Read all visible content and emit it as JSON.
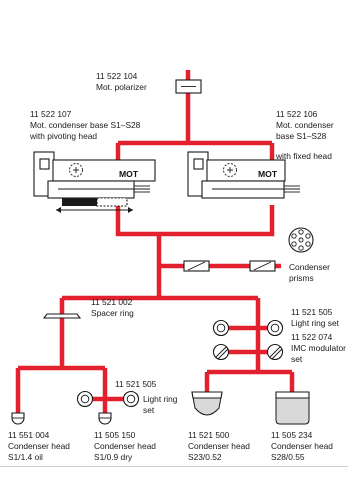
{
  "colors": {
    "connection": "#e3202d",
    "outline": "#1a1a1a",
    "background": "#ffffff"
  },
  "components": {
    "polarizer": {
      "number": "11 522 104",
      "name": "Mot. polarizer"
    },
    "base_pivoting": {
      "number": "11 522 107",
      "line1": "Mot. condenser base S1–S28",
      "line2": "with pivoting head",
      "badge": "MOT"
    },
    "base_fixed": {
      "number": "11 522 106",
      "line1": "Mot. condenser",
      "line2": "base S1–S28",
      "line3": "with fixed head",
      "badge": "MOT"
    },
    "prisms": {
      "line1": "Condenser",
      "line2": "prisms"
    },
    "spacer_ring": {
      "number": "11 521 002",
      "name": "Spacer ring"
    },
    "light_ring_right": {
      "number": "11 521 505",
      "name": "Light ring set"
    },
    "imc_modulator": {
      "number": "11 522 074",
      "line1": "IMC modulator",
      "line2": "set"
    },
    "light_ring_left": {
      "number": "11 521 505",
      "line1": "Light ring",
      "line2": "set"
    },
    "head_s1_oil": {
      "number": "11 551 004",
      "line1": "Condenser head",
      "line2": "S1/1.4 oil"
    },
    "head_s1_dry": {
      "number": "11 505 150",
      "line1": "Condenser head",
      "line2": "S1/0.9 dry"
    },
    "head_s23": {
      "number": "11 521 500",
      "line1": "Condenser head",
      "line2": "S23/0.52"
    },
    "head_s28": {
      "number": "11 505 234",
      "line1": "Condenser head",
      "line2": "S28/0.55"
    }
  }
}
